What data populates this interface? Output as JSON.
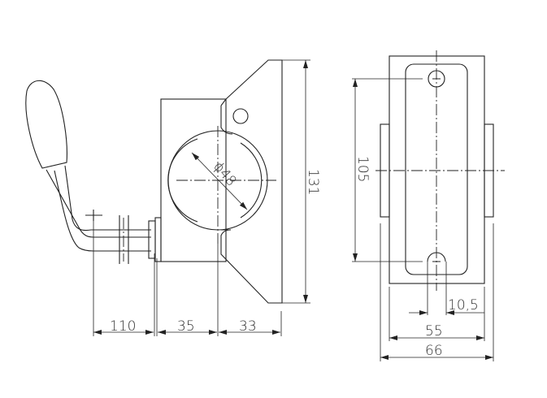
{
  "drawing": {
    "side_view": {
      "bore_diameter_label": "ϕ48",
      "height_label": "131",
      "handle_length_label": "110",
      "offset_label_1": "35",
      "offset_label_2": "33"
    },
    "front_view": {
      "hole_spacing_label": "105",
      "slot_width_label": "10,5",
      "inner_width_label": "55",
      "outer_width_label": "66"
    }
  }
}
